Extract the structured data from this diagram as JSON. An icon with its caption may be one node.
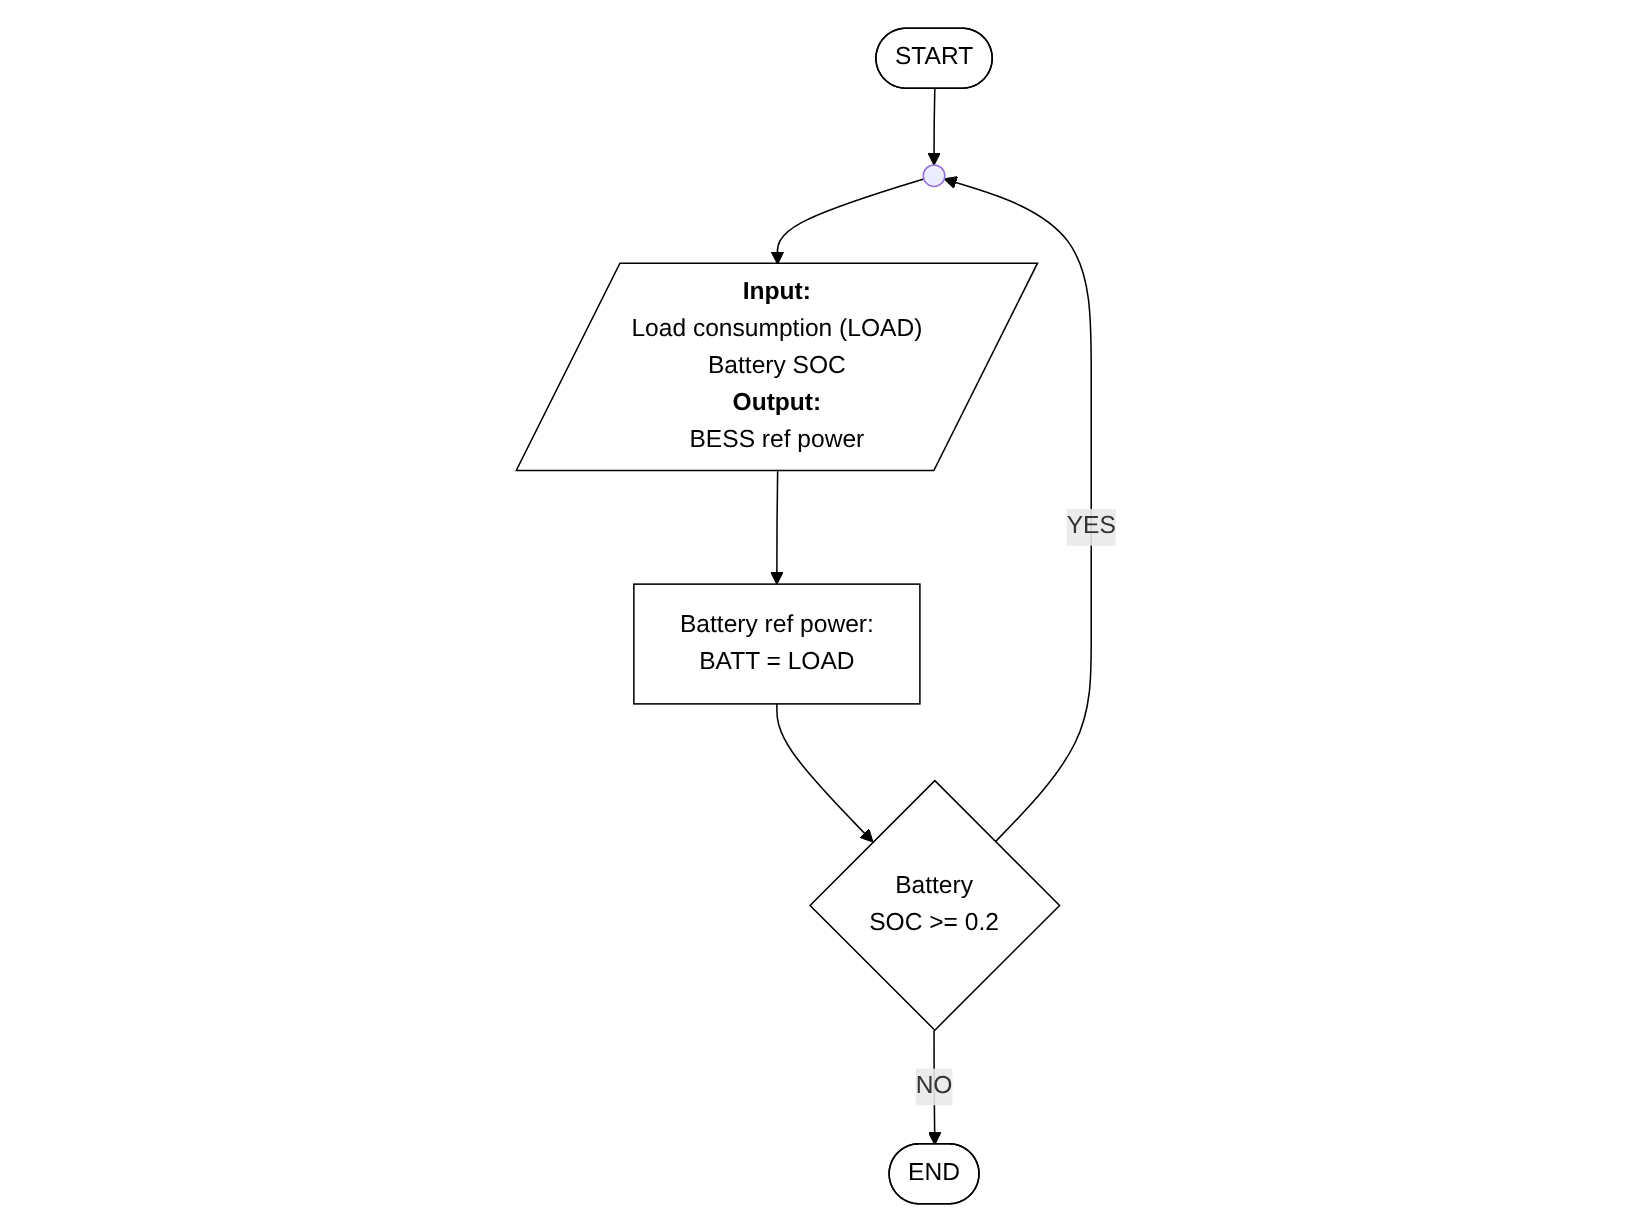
{
  "diagram": {
    "nodes": [
      {
        "text": [
          "START"
        ]
      },
      {
        "text": [],
        "shape": "circle"
      },
      {
        "text": [
          "Input:",
          "Load consumption (LOAD)",
          "Battery SOC",
          "Output:",
          "BESS ref power"
        ]
      },
      {
        "text": [
          "Battery ref power:",
          "BATT = LOAD"
        ]
      },
      {
        "text": [
          "Battery",
          "SOC >= 0.2"
        ]
      },
      {
        "text": [
          "END"
        ]
      }
    ],
    "edges": [
      {
        "from": 0,
        "to": 1,
        "arrow": "to"
      },
      {
        "from": 1,
        "to": 2,
        "arrow": "to"
      },
      {
        "from": 2,
        "to": 3,
        "arrow": "to"
      },
      {
        "from": 3,
        "to": 4,
        "arrow": "to"
      },
      {
        "from": 4,
        "to": 1,
        "label": "YES",
        "arrow": "to"
      },
      {
        "from": 4,
        "to": 5,
        "label": "NO",
        "arrow": "to"
      }
    ]
  }
}
